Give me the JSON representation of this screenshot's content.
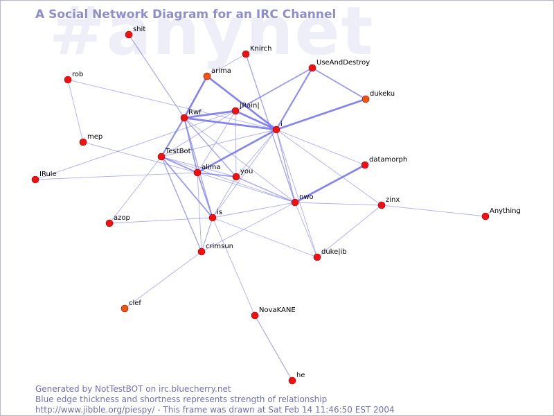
{
  "watermark": "#anynet",
  "title": "A Social Network Diagram for an IRC Channel",
  "footer": {
    "line1": "Generated by NotTestBOT on irc.bluecherry.net",
    "line2": "Blue edge thickness and shortness represents strength of relationship",
    "line3": "http://www.jibble.org/piespy/ - This frame was drawn at Sat Feb 14 11:46:50 EST 2004"
  },
  "colors": {
    "node": "#ee1111",
    "node_alt": "#ee5511",
    "edge": "#7777ee",
    "title": "#8e8ecc",
    "footer": "#6f6fb4",
    "watermark": "#eeeef8"
  },
  "nodes": [
    {
      "id": "shit",
      "label": "shit"
    },
    {
      "id": "Knirch",
      "label": "Knirch"
    },
    {
      "id": "UseAndDestroy",
      "label": "UseAndDestroy"
    },
    {
      "id": "arima",
      "label": "arima",
      "alt": true
    },
    {
      "id": "rob",
      "label": "rob"
    },
    {
      "id": "dukeku",
      "label": "dukeku",
      "alt": true
    },
    {
      "id": "Rain",
      "label": "|Rain|"
    },
    {
      "id": "Rwf",
      "label": "Rwf"
    },
    {
      "id": "i",
      "label": "i"
    },
    {
      "id": "mep",
      "label": "mep"
    },
    {
      "id": "TestBot",
      "label": "TestBot"
    },
    {
      "id": "datamorph",
      "label": "datamorph"
    },
    {
      "id": "alima",
      "label": "alima"
    },
    {
      "id": "you",
      "label": "you"
    },
    {
      "id": "IRule",
      "label": "IRule"
    },
    {
      "id": "nwo",
      "label": "nwo"
    },
    {
      "id": "zinx",
      "label": "zinx"
    },
    {
      "id": "Anything",
      "label": "Anything"
    },
    {
      "id": "is",
      "label": "is"
    },
    {
      "id": "azop",
      "label": "azop"
    },
    {
      "id": "crimsun",
      "label": "crimsun"
    },
    {
      "id": "dukelib",
      "label": "duke|ib"
    },
    {
      "id": "clef",
      "label": "clef",
      "alt": true
    },
    {
      "id": "NovaKANE",
      "label": "NovaKANE"
    },
    {
      "id": "he",
      "label": "he"
    }
  ],
  "edges": [
    {
      "source": "shit",
      "target": "Rwf",
      "strength": 1.3
    },
    {
      "source": "rob",
      "target": "i",
      "strength": 1
    },
    {
      "source": "rob",
      "target": "mep",
      "strength": 1
    },
    {
      "source": "mep",
      "target": "alima",
      "strength": 1
    },
    {
      "source": "IRule",
      "target": "Rain",
      "strength": 1
    },
    {
      "source": "arima",
      "target": "Rwf",
      "strength": 3
    },
    {
      "source": "arima",
      "target": "i",
      "strength": 3
    },
    {
      "source": "arima",
      "target": "Knirch",
      "strength": 1
    },
    {
      "source": "Knirch",
      "target": "nwo",
      "strength": 1.5
    },
    {
      "source": "Rain",
      "target": "Rwf",
      "strength": 3
    },
    {
      "source": "Rain",
      "target": "i",
      "strength": 3
    },
    {
      "source": "Rain",
      "target": "UseAndDestroy",
      "strength": 2
    },
    {
      "source": "Rain",
      "target": "TestBot",
      "strength": 1
    },
    {
      "source": "Rain",
      "target": "alima",
      "strength": 1
    },
    {
      "source": "Rain",
      "target": "you",
      "strength": 1
    },
    {
      "source": "UseAndDestroy",
      "target": "i",
      "strength": 2.5
    },
    {
      "source": "UseAndDestroy",
      "target": "dukeku",
      "strength": 2
    },
    {
      "source": "dukeku",
      "target": "i",
      "strength": 3
    },
    {
      "source": "Rwf",
      "target": "i",
      "strength": 3
    },
    {
      "source": "Rwf",
      "target": "TestBot",
      "strength": 2.5
    },
    {
      "source": "Rwf",
      "target": "alima",
      "strength": 2
    },
    {
      "source": "Rwf",
      "target": "is",
      "strength": 1.5
    },
    {
      "source": "Rwf",
      "target": "you",
      "strength": 1.5
    },
    {
      "source": "Rwf",
      "target": "nwo",
      "strength": 1
    },
    {
      "source": "i",
      "target": "alima",
      "strength": 3
    },
    {
      "source": "i",
      "target": "you",
      "strength": 1
    },
    {
      "source": "i",
      "target": "TestBot",
      "strength": 1
    },
    {
      "source": "i",
      "target": "nwo",
      "strength": 1.5
    },
    {
      "source": "i",
      "target": "zinx",
      "strength": 1
    },
    {
      "source": "i",
      "target": "dukelib",
      "strength": 1
    },
    {
      "source": "i",
      "target": "datamorph",
      "strength": 1
    },
    {
      "source": "i",
      "target": "is",
      "strength": 1
    },
    {
      "source": "TestBot",
      "target": "alima",
      "strength": 2
    },
    {
      "source": "TestBot",
      "target": "is",
      "strength": 2
    },
    {
      "source": "TestBot",
      "target": "crimsun",
      "strength": 1.5
    },
    {
      "source": "TestBot",
      "target": "azop",
      "strength": 1
    },
    {
      "source": "TestBot",
      "target": "nwo",
      "strength": 1
    },
    {
      "source": "TestBot",
      "target": "you",
      "strength": 1
    },
    {
      "source": "alima",
      "target": "you",
      "strength": 2
    },
    {
      "source": "alima",
      "target": "is",
      "strength": 2
    },
    {
      "source": "alima",
      "target": "crimsun",
      "strength": 1
    },
    {
      "source": "alima",
      "target": "nwo",
      "strength": 1
    },
    {
      "source": "alima",
      "target": "IRule",
      "strength": 1
    },
    {
      "source": "you",
      "target": "nwo",
      "strength": 1.5
    },
    {
      "source": "you",
      "target": "is",
      "strength": 1
    },
    {
      "source": "datamorph",
      "target": "nwo",
      "strength": 3
    },
    {
      "source": "nwo",
      "target": "zinx",
      "strength": 1
    },
    {
      "source": "nwo",
      "target": "dukelib",
      "strength": 1
    },
    {
      "source": "nwo",
      "target": "is",
      "strength": 1
    },
    {
      "source": "nwo",
      "target": "crimsun",
      "strength": 1
    },
    {
      "source": "zinx",
      "target": "Anything",
      "strength": 1
    },
    {
      "source": "zinx",
      "target": "dukelib",
      "strength": 1
    },
    {
      "source": "is",
      "target": "azop",
      "strength": 1
    },
    {
      "source": "is",
      "target": "dukelib",
      "strength": 1
    },
    {
      "source": "is",
      "target": "NovaKANE",
      "strength": 1
    },
    {
      "source": "is",
      "target": "crimsun",
      "strength": 1.3
    },
    {
      "source": "crimsun",
      "target": "clef",
      "strength": 1
    },
    {
      "source": "NovaKANE",
      "target": "he",
      "strength": 1.3
    }
  ]
}
